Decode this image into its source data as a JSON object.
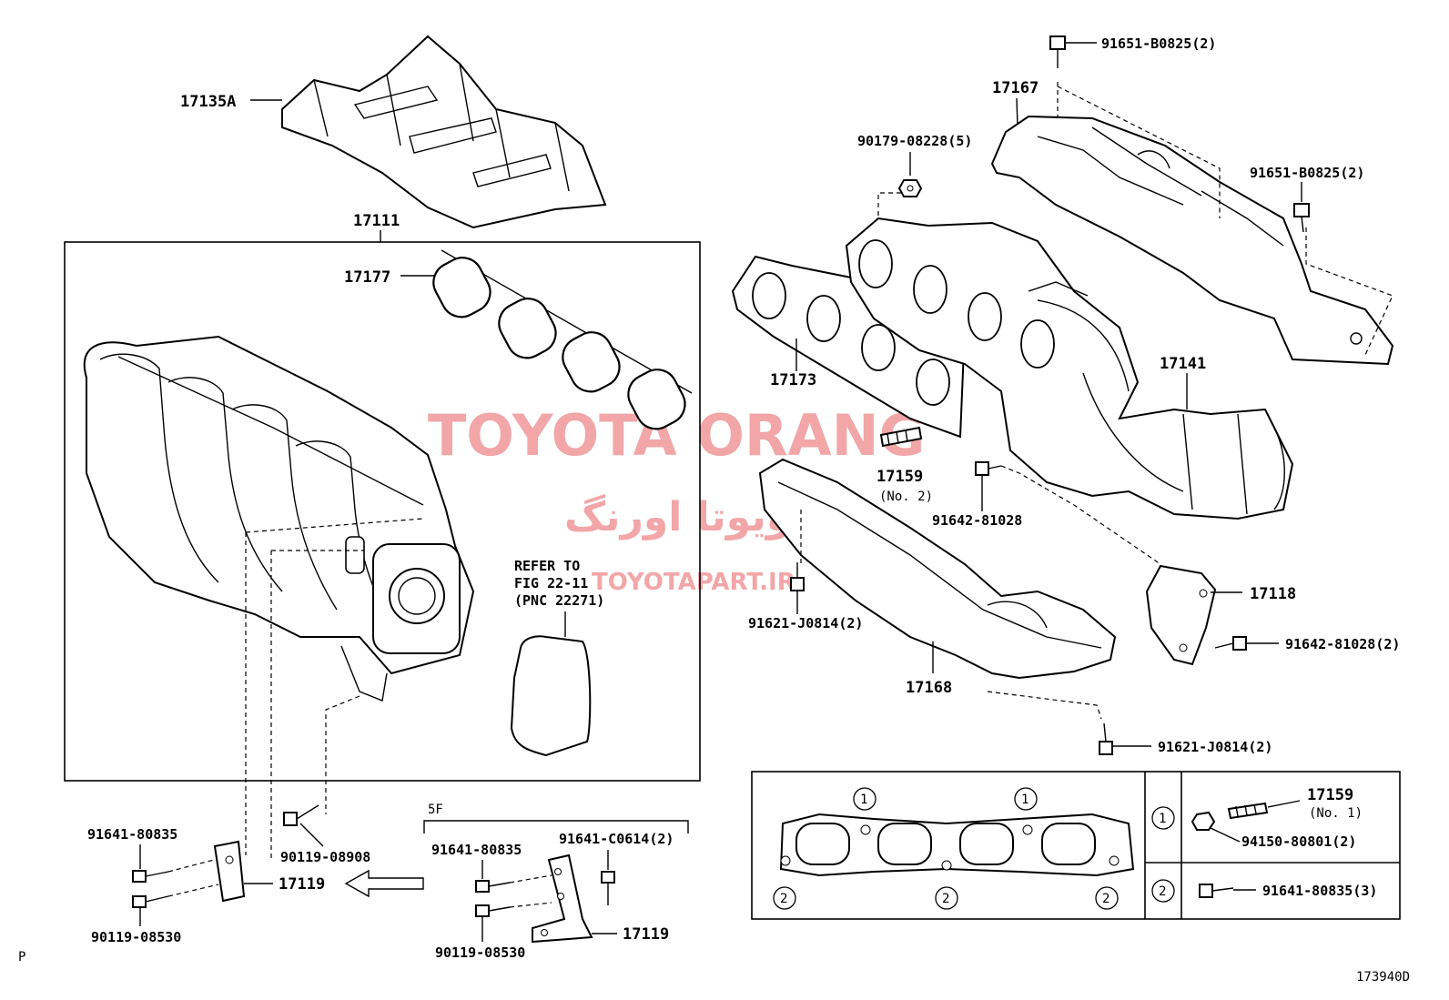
{
  "watermark": {
    "brand": "TOYOTA ORANG",
    "brand_fa": "تویوتا اورنگ",
    "site": "TOYOTAPART.IR",
    "color": "#f2a6a8"
  },
  "labels": {
    "p17135a": "17135A",
    "p17111": "17111",
    "p17177": "17177",
    "p17167": "17167",
    "p91651_top": "91651-B0825(2)",
    "p90179": "90179-08228(5)",
    "p91651_right": "91651-B0825(2)",
    "p17173": "17173",
    "p17141": "17141",
    "p17159": "17159",
    "p17159_no2": "(No. 2)",
    "p91642_a": "91642-81028",
    "refer1": "REFER TO",
    "refer2": "FIG 22-11",
    "refer3": "(PNC 22271)",
    "p17118": "17118",
    "p91642_b": "91642-81028(2)",
    "p91621_a": "91621-J0814(2)",
    "p17168": "17168",
    "p91621_b": "91621-J0814(2)",
    "p91641_l": "91641-80835",
    "p90119_08908": "90119-08908",
    "p17119_l": "17119",
    "p90119_08530_l": "90119-08530",
    "p5f": "5F",
    "p91641_c": "91641-80835",
    "p91641_c0614": "91641-C0614(2)",
    "p90119_08530_c": "90119-08530",
    "p17119_c": "17119",
    "p_corner": "P",
    "fig_code": "173940D"
  },
  "legend": {
    "marker1": "1",
    "marker2": "2",
    "row1_part": "17159",
    "row1_note": "(No. 1)",
    "row1_nut": "94150-80801(2)",
    "row2_bolt": "91641-80835(3)"
  }
}
